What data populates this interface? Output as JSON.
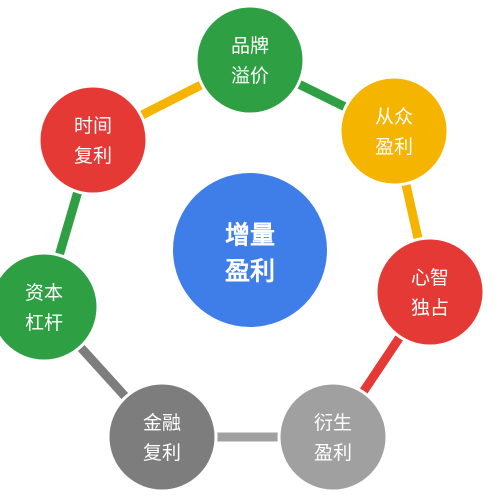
{
  "colors": {
    "green": "#2ea043",
    "yellow": "#f5b400",
    "red": "#e53935",
    "gray": "#7d7d7d",
    "light_gray": "#a0a0a0",
    "blue": "#3f7ee8",
    "white": "#ffffff"
  },
  "center": {
    "line1": "增量",
    "line2": "盈利",
    "color": "blue"
  },
  "nodes": [
    {
      "id": "brand",
      "line1": "品牌",
      "line2": "溢价",
      "color": "green"
    },
    {
      "id": "crowd",
      "line1": "从众",
      "line2": "盈利",
      "color": "yellow"
    },
    {
      "id": "mind",
      "line1": "心智",
      "line2": "独占",
      "color": "red"
    },
    {
      "id": "derivative",
      "line1": "衍生",
      "line2": "盈利",
      "color": "light_gray"
    },
    {
      "id": "finance",
      "line1": "金融",
      "line2": "复利",
      "color": "gray"
    },
    {
      "id": "capital",
      "line1": "资本",
      "line2": "杠杆",
      "color": "green"
    },
    {
      "id": "time",
      "line1": "时间",
      "line2": "复利",
      "color": "red"
    }
  ],
  "connectors": [
    {
      "from": "brand",
      "to": "crowd",
      "color": "green"
    },
    {
      "from": "crowd",
      "to": "mind",
      "color": "yellow"
    },
    {
      "from": "mind",
      "to": "derivative",
      "color": "red"
    },
    {
      "from": "derivative",
      "to": "finance",
      "color": "light_gray"
    },
    {
      "from": "finance",
      "to": "capital",
      "color": "gray"
    },
    {
      "from": "capital",
      "to": "time",
      "color": "green"
    },
    {
      "from": "time",
      "to": "brand",
      "color": "yellow"
    }
  ]
}
